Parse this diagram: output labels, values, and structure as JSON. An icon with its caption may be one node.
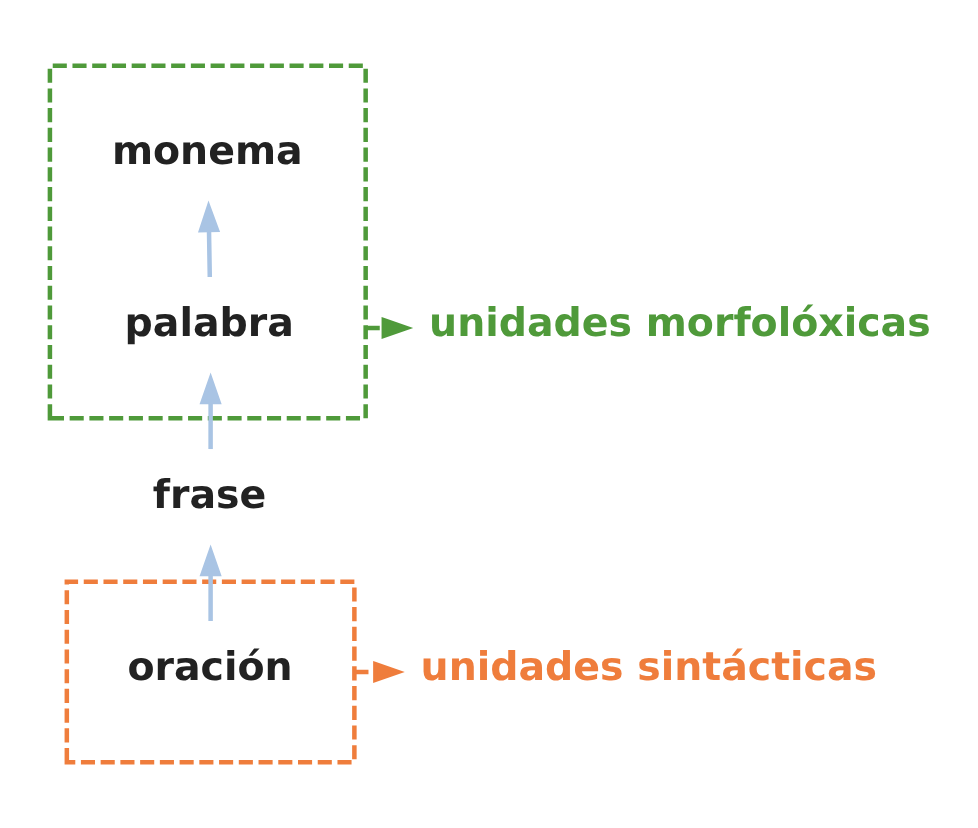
{
  "diagram": {
    "nodes": [
      {
        "text": [],
        "shape": "box"
      },
      {
        "text": [
          "monema"
        ],
        "in": 0
      },
      {
        "text": [
          "palabra"
        ],
        "in": 0
      },
      {
        "text": [
          "frase"
        ]
      },
      {
        "text": [],
        "shape": "box"
      },
      {
        "text": [
          "oración"
        ],
        "in": 4
      },
      {
        "text": [
          "unidades morfolóxicas"
        ]
      },
      {
        "text": [
          "unidades sintácticas"
        ]
      }
    ],
    "edges": [
      {
        "from": 2,
        "to": 1,
        "arrow": "to"
      },
      {
        "from": 3,
        "to": 2,
        "arrow": "to"
      },
      {
        "from": 5,
        "to": 3,
        "arrow": "to"
      },
      {
        "from": 0,
        "to": 6,
        "arrow": "to",
        "style": "dashed",
        "color": "#4f9a3a"
      },
      {
        "from": 4,
        "to": 7,
        "arrow": "to",
        "style": "dashed",
        "color": "#ef7d3c"
      }
    ]
  }
}
